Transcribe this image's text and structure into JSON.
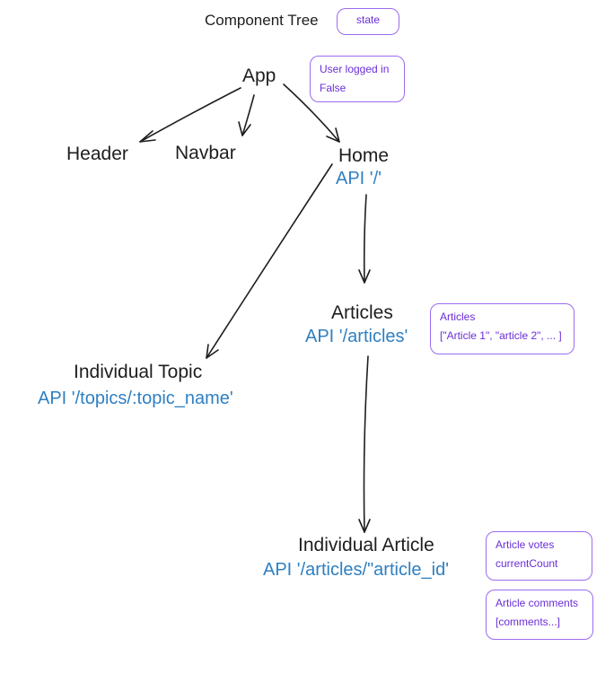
{
  "legend": {
    "title": "Component Tree",
    "key": "state"
  },
  "nodes": {
    "app": "App",
    "header": "Header",
    "navbar": "Navbar",
    "home": {
      "label": "Home",
      "api": "API '/'"
    },
    "articles": {
      "label": "Articles",
      "api": "API '/articles'"
    },
    "topic": {
      "label": "Individual Topic",
      "api": "API '/topics/:topic_name'"
    },
    "article": {
      "label": "Individual Article",
      "api": "API '/articles/\"article_id'"
    }
  },
  "notes": {
    "user": [
      "User logged in",
      "False"
    ],
    "articles": [
      "Articles",
      "[\"Article 1\", \"article 2\", ... ]"
    ],
    "votes": [
      "Article votes",
      "currentCount"
    ],
    "comments": [
      "Article comments",
      "[comments...]"
    ]
  },
  "colors": {
    "node_text": "#1e1e1e",
    "api_text": "#2f7fc1",
    "state_border": "#9b6cf0",
    "state_text": "#6a2ed8"
  }
}
